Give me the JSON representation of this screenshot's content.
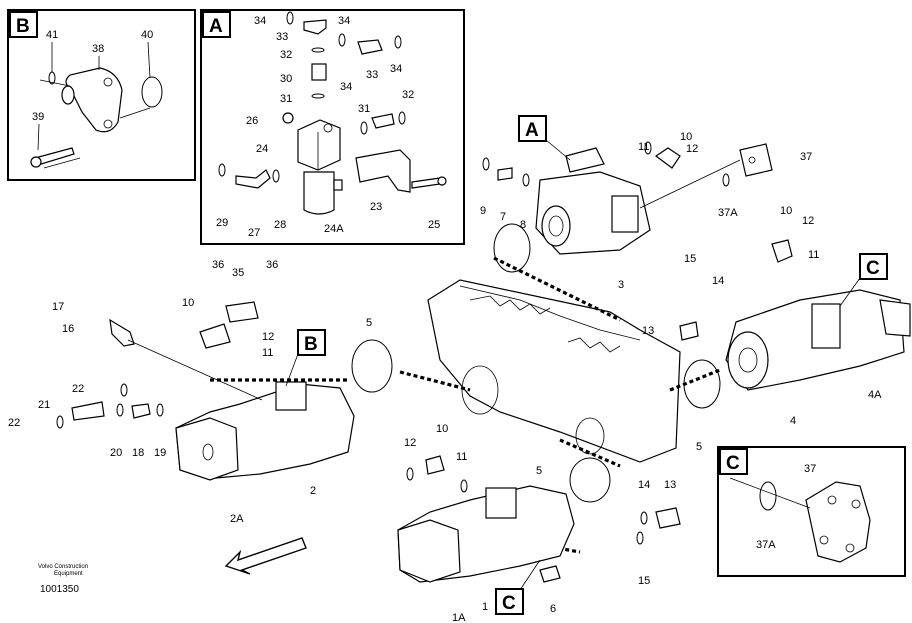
{
  "inset_b": {
    "badge": "B",
    "labels": [
      "41",
      "38",
      "40",
      "39"
    ]
  },
  "inset_a": {
    "badge": "A",
    "labels": [
      "34",
      "34",
      "33",
      "32",
      "33",
      "34",
      "30",
      "34",
      "31",
      "31",
      "32",
      "26",
      "24",
      "29",
      "27",
      "28",
      "24A",
      "23",
      "25"
    ]
  },
  "inset_c": {
    "badge": "C",
    "labels": [
      "37",
      "37A"
    ]
  },
  "main_labels": {
    "pump_top": [
      "9",
      "7",
      "8",
      "11",
      "10",
      "12",
      "37",
      "37A",
      "3"
    ],
    "pump_right": [
      "10",
      "12",
      "11",
      "15",
      "14",
      "13",
      "4",
      "4A"
    ],
    "pump_left": [
      "36",
      "35",
      "36",
      "17",
      "16",
      "10",
      "12",
      "11",
      "22",
      "21",
      "22",
      "20",
      "18",
      "19",
      "2",
      "2A"
    ],
    "center": [
      "5",
      "5",
      "5",
      "5"
    ],
    "pump_bottom": [
      "12",
      "10",
      "11",
      "14",
      "13",
      "15",
      "1",
      "1A",
      "6"
    ],
    "callouts": [
      "A",
      "B",
      "C",
      "C"
    ]
  },
  "footer": {
    "brand_line1": "Volvo Construction",
    "brand_line2": "Equipment",
    "ref": "1001350"
  }
}
